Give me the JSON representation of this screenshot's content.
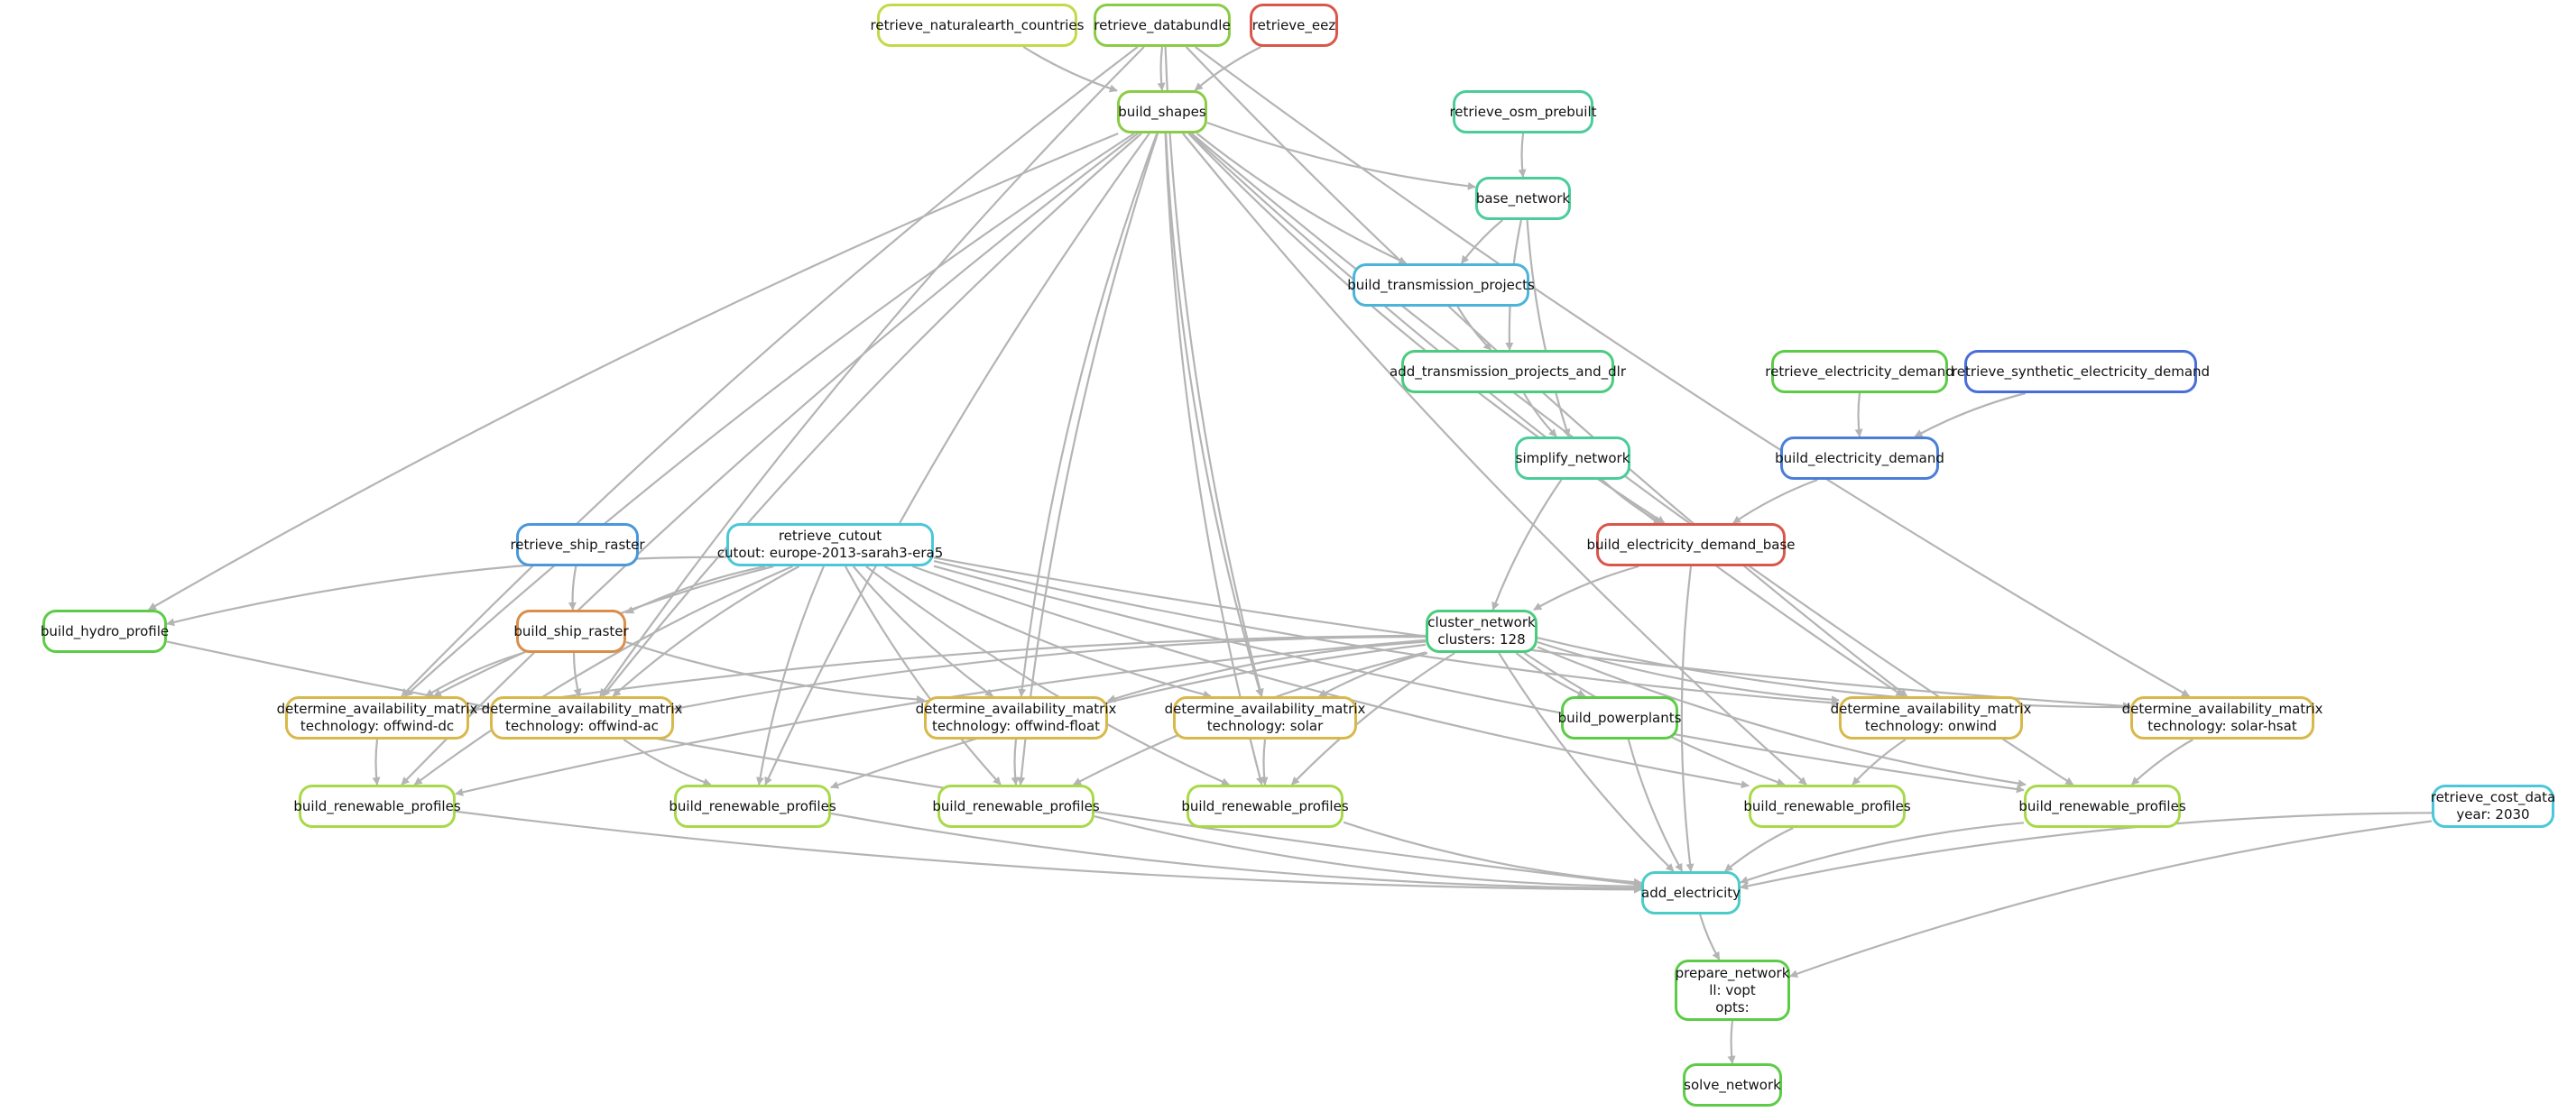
{
  "nodes": [
    {
      "id": "retrieve_naturalearth_countries",
      "lines": [
        "retrieve_naturalearth_countries"
      ],
      "color": "#c4d94a"
    },
    {
      "id": "retrieve_databundle",
      "lines": [
        "retrieve_databundle"
      ],
      "color": "#8acc46"
    },
    {
      "id": "retrieve_eez",
      "lines": [
        "retrieve_eez"
      ],
      "color": "#d9574a"
    },
    {
      "id": "build_shapes",
      "lines": [
        "build_shapes"
      ],
      "color": "#8acc46"
    },
    {
      "id": "retrieve_osm_prebuilt",
      "lines": [
        "retrieve_osm_prebuilt"
      ],
      "color": "#4acc9b"
    },
    {
      "id": "base_network",
      "lines": [
        "base_network"
      ],
      "color": "#4acc9b"
    },
    {
      "id": "build_transmission_projects",
      "lines": [
        "build_transmission_projects"
      ],
      "color": "#4ab4d9"
    },
    {
      "id": "add_transmission_projects_and_dlr",
      "lines": [
        "add_transmission_projects_and_dlr"
      ],
      "color": "#4acc7e"
    },
    {
      "id": "retrieve_electricity_demand",
      "lines": [
        "retrieve_electricity_demand"
      ],
      "color": "#5ccc46"
    },
    {
      "id": "retrieve_synthetic_electricity_demand",
      "lines": [
        "retrieve_synthetic_electricity_demand"
      ],
      "color": "#4a6ed9"
    },
    {
      "id": "simplify_network",
      "lines": [
        "simplify_network"
      ],
      "color": "#4acc9b"
    },
    {
      "id": "build_electricity_demand",
      "lines": [
        "build_electricity_demand"
      ],
      "color": "#4a7ed9"
    },
    {
      "id": "build_electricity_demand_base",
      "lines": [
        "build_electricity_demand_base"
      ],
      "color": "#d9574a"
    },
    {
      "id": "retrieve_ship_raster",
      "lines": [
        "retrieve_ship_raster"
      ],
      "color": "#4a97d9"
    },
    {
      "id": "retrieve_cutout",
      "lines": [
        "retrieve_cutout",
        "cutout: europe-2013-sarah3-era5"
      ],
      "color": "#4ac8d9"
    },
    {
      "id": "build_hydro_profile",
      "lines": [
        "build_hydro_profile"
      ],
      "color": "#5ccc46"
    },
    {
      "id": "build_ship_raster",
      "lines": [
        "build_ship_raster"
      ],
      "color": "#d98e4a"
    },
    {
      "id": "cluster_network",
      "lines": [
        "cluster_network",
        "clusters: 128"
      ],
      "color": "#4acc7e"
    },
    {
      "id": "dam_offwind_dc",
      "lines": [
        "determine_availability_matrix",
        "technology: offwind-dc"
      ],
      "color": "#d9b84a"
    },
    {
      "id": "dam_offwind_ac",
      "lines": [
        "determine_availability_matrix",
        "technology: offwind-ac"
      ],
      "color": "#d9b84a"
    },
    {
      "id": "dam_offwind_float",
      "lines": [
        "determine_availability_matrix",
        "technology: offwind-float"
      ],
      "color": "#d9b84a"
    },
    {
      "id": "dam_solar",
      "lines": [
        "determine_availability_matrix",
        "technology: solar"
      ],
      "color": "#d9b84a"
    },
    {
      "id": "build_powerplants",
      "lines": [
        "build_powerplants"
      ],
      "color": "#5ccc46"
    },
    {
      "id": "dam_onwind",
      "lines": [
        "determine_availability_matrix",
        "technology: onwind"
      ],
      "color": "#d9b84a"
    },
    {
      "id": "dam_solar_hsat",
      "lines": [
        "determine_availability_matrix",
        "technology: solar-hsat"
      ],
      "color": "#d9b84a"
    },
    {
      "id": "brp_offwind_dc",
      "lines": [
        "build_renewable_profiles"
      ],
      "color": "#a8d94a"
    },
    {
      "id": "brp_offwind_ac",
      "lines": [
        "build_renewable_profiles"
      ],
      "color": "#a8d94a"
    },
    {
      "id": "brp_offwind_float",
      "lines": [
        "build_renewable_profiles"
      ],
      "color": "#a8d94a"
    },
    {
      "id": "brp_solar",
      "lines": [
        "build_renewable_profiles"
      ],
      "color": "#a8d94a"
    },
    {
      "id": "brp_onwind",
      "lines": [
        "build_renewable_profiles"
      ],
      "color": "#a8d94a"
    },
    {
      "id": "brp_solar_hsat",
      "lines": [
        "build_renewable_profiles"
      ],
      "color": "#a8d94a"
    },
    {
      "id": "retrieve_cost_data",
      "lines": [
        "retrieve_cost_data",
        "year: 2030"
      ],
      "color": "#4ac8d9"
    },
    {
      "id": "add_electricity",
      "lines": [
        "add_electricity"
      ],
      "color": "#4accc8"
    },
    {
      "id": "prepare_network",
      "lines": [
        "prepare_network",
        "ll: vopt",
        "opts: "
      ],
      "color": "#5ccc46"
    },
    {
      "id": "solve_network",
      "lines": [
        "solve_network"
      ],
      "color": "#5ccc46"
    }
  ],
  "edges": [
    [
      "retrieve_naturalearth_countries",
      "build_shapes"
    ],
    [
      "retrieve_databundle",
      "build_shapes"
    ],
    [
      "retrieve_eez",
      "build_shapes"
    ],
    [
      "retrieve_osm_prebuilt",
      "base_network"
    ],
    [
      "build_shapes",
      "base_network"
    ],
    [
      "base_network",
      "build_transmission_projects"
    ],
    [
      "build_shapes",
      "build_transmission_projects"
    ],
    [
      "build_transmission_projects",
      "add_transmission_projects_and_dlr"
    ],
    [
      "base_network",
      "add_transmission_projects_and_dlr"
    ],
    [
      "add_transmission_projects_and_dlr",
      "simplify_network"
    ],
    [
      "base_network",
      "simplify_network"
    ],
    [
      "retrieve_electricity_demand",
      "build_electricity_demand"
    ],
    [
      "retrieve_synthetic_electricity_demand",
      "build_electricity_demand"
    ],
    [
      "simplify_network",
      "build_electricity_demand_base"
    ],
    [
      "build_electricity_demand",
      "build_electricity_demand_base"
    ],
    [
      "build_shapes",
      "build_electricity_demand_base"
    ],
    [
      "simplify_network",
      "cluster_network"
    ],
    [
      "build_electricity_demand_base",
      "cluster_network"
    ],
    [
      "retrieve_ship_raster",
      "build_ship_raster"
    ],
    [
      "retrieve_cutout",
      "build_ship_raster"
    ],
    [
      "retrieve_cutout",
      "build_hydro_profile"
    ],
    [
      "build_shapes",
      "build_hydro_profile"
    ],
    [
      "retrieve_cutout",
      "dam_offwind_dc"
    ],
    [
      "build_ship_raster",
      "dam_offwind_dc"
    ],
    [
      "cluster_network",
      "dam_offwind_dc"
    ],
    [
      "build_shapes",
      "dam_offwind_dc"
    ],
    [
      "retrieve_databundle",
      "dam_offwind_dc"
    ],
    [
      "retrieve_cutout",
      "dam_offwind_ac"
    ],
    [
      "build_ship_raster",
      "dam_offwind_ac"
    ],
    [
      "cluster_network",
      "dam_offwind_ac"
    ],
    [
      "build_shapes",
      "dam_offwind_ac"
    ],
    [
      "retrieve_databundle",
      "dam_offwind_ac"
    ],
    [
      "retrieve_cutout",
      "dam_offwind_float"
    ],
    [
      "build_ship_raster",
      "dam_offwind_float"
    ],
    [
      "cluster_network",
      "dam_offwind_float"
    ],
    [
      "build_shapes",
      "dam_offwind_float"
    ],
    [
      "retrieve_cutout",
      "dam_solar"
    ],
    [
      "cluster_network",
      "dam_solar"
    ],
    [
      "build_shapes",
      "dam_solar"
    ],
    [
      "retrieve_databundle",
      "dam_solar"
    ],
    [
      "retrieve_cutout",
      "dam_onwind"
    ],
    [
      "cluster_network",
      "dam_onwind"
    ],
    [
      "build_shapes",
      "dam_onwind"
    ],
    [
      "retrieve_databundle",
      "dam_onwind"
    ],
    [
      "retrieve_cutout",
      "dam_solar_hsat"
    ],
    [
      "cluster_network",
      "dam_solar_hsat"
    ],
    [
      "retrieve_databundle",
      "dam_solar_hsat"
    ],
    [
      "dam_offwind_dc",
      "brp_offwind_dc"
    ],
    [
      "retrieve_cutout",
      "brp_offwind_dc"
    ],
    [
      "cluster_network",
      "brp_offwind_dc"
    ],
    [
      "build_shapes",
      "brp_offwind_dc"
    ],
    [
      "dam_offwind_ac",
      "brp_offwind_ac"
    ],
    [
      "retrieve_cutout",
      "brp_offwind_ac"
    ],
    [
      "cluster_network",
      "brp_offwind_ac"
    ],
    [
      "build_shapes",
      "brp_offwind_ac"
    ],
    [
      "dam_offwind_float",
      "brp_offwind_float"
    ],
    [
      "retrieve_cutout",
      "brp_offwind_float"
    ],
    [
      "cluster_network",
      "brp_offwind_float"
    ],
    [
      "build_shapes",
      "brp_offwind_float"
    ],
    [
      "dam_solar",
      "brp_solar"
    ],
    [
      "retrieve_cutout",
      "brp_solar"
    ],
    [
      "cluster_network",
      "brp_solar"
    ],
    [
      "build_shapes",
      "brp_solar"
    ],
    [
      "dam_onwind",
      "brp_onwind"
    ],
    [
      "retrieve_cutout",
      "brp_onwind"
    ],
    [
      "cluster_network",
      "brp_onwind"
    ],
    [
      "build_shapes",
      "brp_onwind"
    ],
    [
      "dam_solar_hsat",
      "brp_solar_hsat"
    ],
    [
      "retrieve_cutout",
      "brp_solar_hsat"
    ],
    [
      "cluster_network",
      "brp_solar_hsat"
    ],
    [
      "build_shapes",
      "brp_solar_hsat"
    ],
    [
      "cluster_network",
      "build_powerplants"
    ],
    [
      "build_hydro_profile",
      "add_electricity"
    ],
    [
      "brp_offwind_dc",
      "add_electricity"
    ],
    [
      "brp_offwind_ac",
      "add_electricity"
    ],
    [
      "brp_offwind_float",
      "add_electricity"
    ],
    [
      "brp_solar",
      "add_electricity"
    ],
    [
      "brp_onwind",
      "add_electricity"
    ],
    [
      "brp_solar_hsat",
      "add_electricity"
    ],
    [
      "build_powerplants",
      "add_electricity"
    ],
    [
      "cluster_network",
      "add_electricity"
    ],
    [
      "build_electricity_demand_base",
      "add_electricity"
    ],
    [
      "retrieve_cost_data",
      "add_electricity"
    ],
    [
      "add_electricity",
      "prepare_network"
    ],
    [
      "retrieve_cost_data",
      "prepare_network"
    ],
    [
      "prepare_network",
      "solve_network"
    ]
  ],
  "colors": {
    "edge": "#b4b4b4",
    "text": "#111111",
    "background": "#ffffff"
  }
}
